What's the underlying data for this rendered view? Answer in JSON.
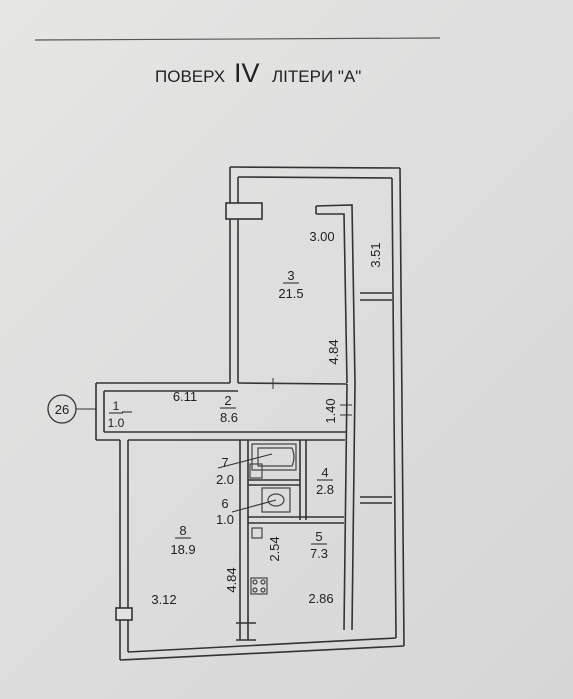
{
  "header": {
    "title_prefix": "ПОВЕРХ",
    "title_numeral": "IV",
    "title_suffix": "ЛІТЕРИ \"А\""
  },
  "apartment": {
    "number": "26"
  },
  "rooms": [
    {
      "id": "1",
      "area": "1.0"
    },
    {
      "id": "2",
      "area": "8.6"
    },
    {
      "id": "3",
      "area": "21.5"
    },
    {
      "id": "4",
      "area": "2.8"
    },
    {
      "id": "5",
      "area": "7.3"
    },
    {
      "id": "6",
      "area": "1.0"
    },
    {
      "id": "7",
      "area": "2.0"
    },
    {
      "id": "8",
      "area": "18.9"
    }
  ],
  "dimensions": [
    {
      "value": "3.00"
    },
    {
      "value": "3.51"
    },
    {
      "value": "4.84"
    },
    {
      "value": "6.11"
    },
    {
      "value": "1.40"
    },
    {
      "value": "2.54"
    },
    {
      "value": "4.84"
    },
    {
      "value": "3.12"
    },
    {
      "value": "2.86"
    }
  ]
}
